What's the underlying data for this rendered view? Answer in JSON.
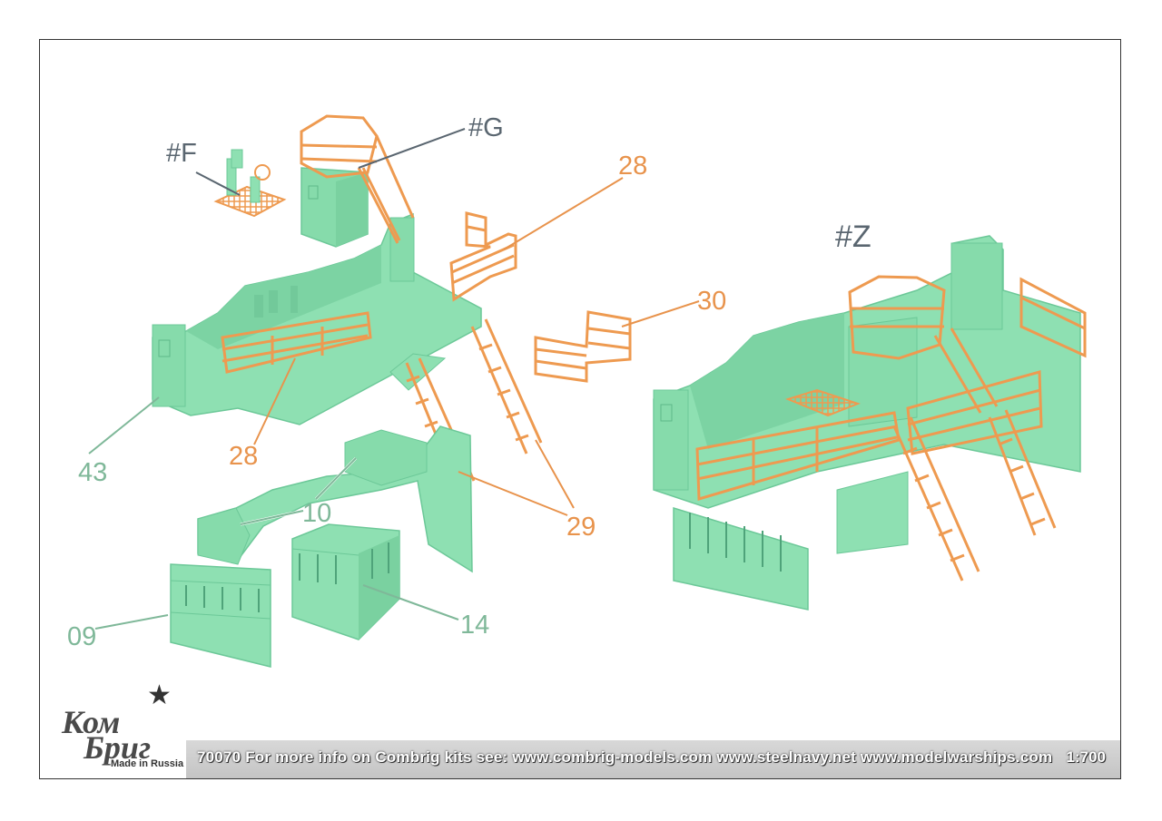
{
  "labels": {
    "F": "#F",
    "G": "#G",
    "Z": "#Z",
    "p28_top": "28",
    "p28_bottom": "28",
    "p30": "30",
    "p43": "43",
    "p10": "10",
    "p29": "29",
    "p09": "09",
    "p14": "14"
  },
  "footer": {
    "text": "70070 For more info on Combrig kits see: www.combrig-models.com www.steelnavy.net www.modelwarships.com",
    "scale": "1:700"
  },
  "logo": {
    "line1": "Ком",
    "line2": "Бриг",
    "made_in": "Made in Russia",
    "star": "★"
  },
  "colors": {
    "hull": "#8ee0b2",
    "hull_shade": "#6cc898",
    "rail": "#ee9a50",
    "green_label": "#7fb899",
    "orange_label": "#e8934c",
    "slate_label": "#5a6670"
  }
}
